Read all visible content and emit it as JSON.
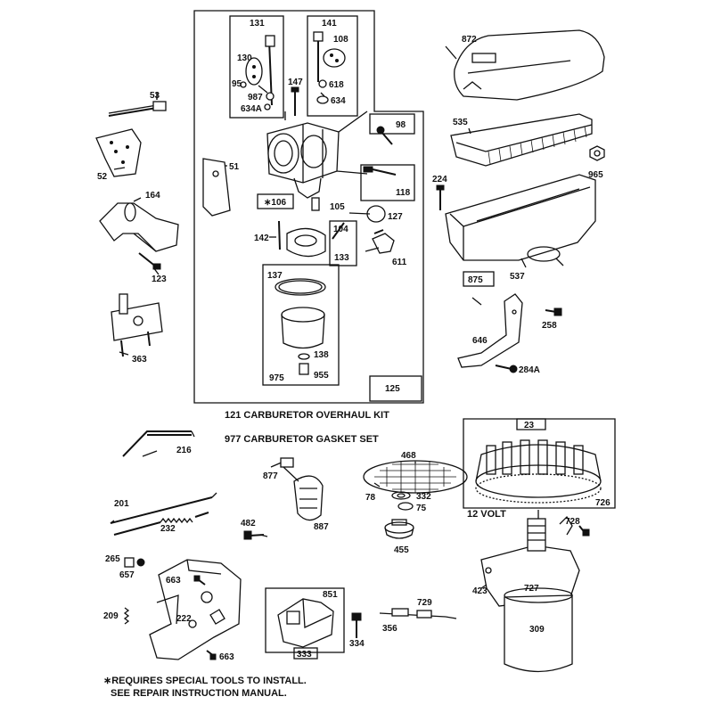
{
  "captions": {
    "kit": "121 CARBURETOR OVERHAUL KIT",
    "gasket": "977 CARBURETOR GASKET SET",
    "volt": "12 VOLT"
  },
  "footnote": {
    "line1": "∗REQUIRES SPECIAL TOOLS TO INSTALL.",
    "line2": "SEE REPAIR INSTRUCTION MANUAL."
  },
  "parts": {
    "p131": "131",
    "p141": "141",
    "p108": "108",
    "p130": "130",
    "p95": "95",
    "p987": "987",
    "p634a": "634A",
    "p147": "147",
    "p618": "618",
    "p634": "634",
    "p98": "98",
    "p53": "53",
    "p52": "52",
    "p51": "51",
    "p118": "118",
    "p106": "∗106",
    "p105": "105",
    "p127": "127",
    "p142": "142",
    "p104": "104",
    "p133": "133",
    "p611": "611",
    "p164": "164",
    "p123": "123",
    "p137": "137",
    "p138": "138",
    "p955": "955",
    "p975": "975",
    "p125": "125",
    "p363": "363",
    "p872": "872",
    "p535": "535",
    "p965": "965",
    "p224": "224",
    "p875": "875",
    "p537": "537",
    "p258": "258",
    "p646": "646",
    "p284a": "284A",
    "p216": "216",
    "p877": "877",
    "p468": "468",
    "p78": "78",
    "p332": "332",
    "p75": "75",
    "p23": "23",
    "p726": "726",
    "p201": "201",
    "p232": "232",
    "p482": "482",
    "p887": "887",
    "p455": "455",
    "p728": "728",
    "p265": "265",
    "p657": "657",
    "p663a": "663",
    "p423": "423",
    "p727": "727",
    "p209": "209",
    "p222": "222",
    "p851": "851",
    "p729": "729",
    "p356": "356",
    "p334": "334",
    "p333": "333",
    "p663b": "663",
    "p309": "309"
  }
}
